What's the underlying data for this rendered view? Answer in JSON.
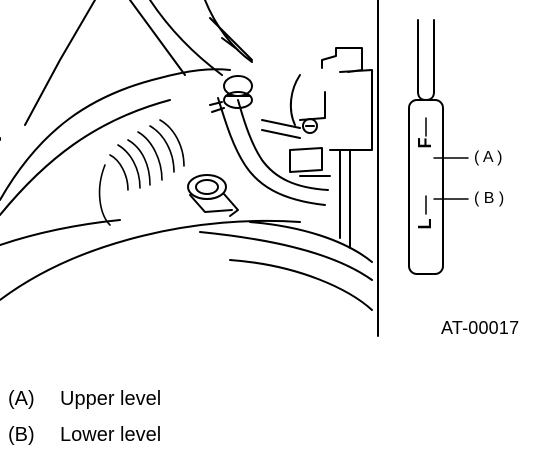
{
  "figure": {
    "id": "AT-00017",
    "dipstick_marks": {
      "upper": "F",
      "lower": "L"
    },
    "callouts": [
      {
        "key": "A",
        "text": "( A )"
      },
      {
        "key": "B",
        "text": "( B )"
      }
    ]
  },
  "legend": [
    {
      "key": "(A)",
      "text": "Upper level"
    },
    {
      "key": "(B)",
      "text": "Lower level"
    }
  ]
}
